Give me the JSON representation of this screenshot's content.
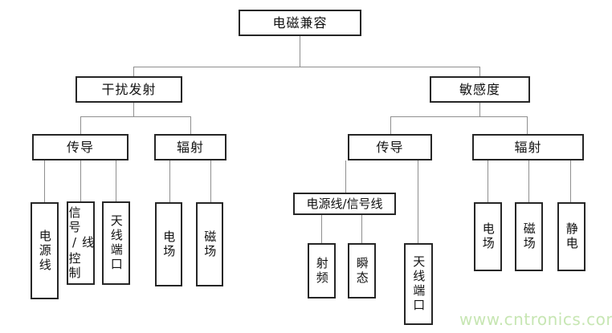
{
  "diagram": {
    "nodes": {
      "root": "电磁兼容",
      "emission": "干扰发射",
      "susceptibility": "敏感度",
      "emission_conducted": "传导",
      "emission_radiated": "辐射",
      "power_line": "电源线",
      "signal_control_line": "信号/控制线",
      "antenna_port_emission": "天线端口",
      "efield_emission": "电场",
      "mfield_emission": "磁场",
      "sus_conducted": "传导",
      "sus_radiated": "辐射",
      "power_signal_line": "电源线/信号线",
      "rf": "射频",
      "transient": "瞬态",
      "antenna_port_sus": "天线端口",
      "efield_sus": "电场",
      "mfield_sus": "磁场",
      "esd": "静电"
    },
    "colors": {
      "box_border": "#262626",
      "connector": "#8f8f8f",
      "background": "#ffffff"
    }
  },
  "watermark": {
    "text": "www.cntronics.com",
    "color": "#c7e6b3"
  }
}
